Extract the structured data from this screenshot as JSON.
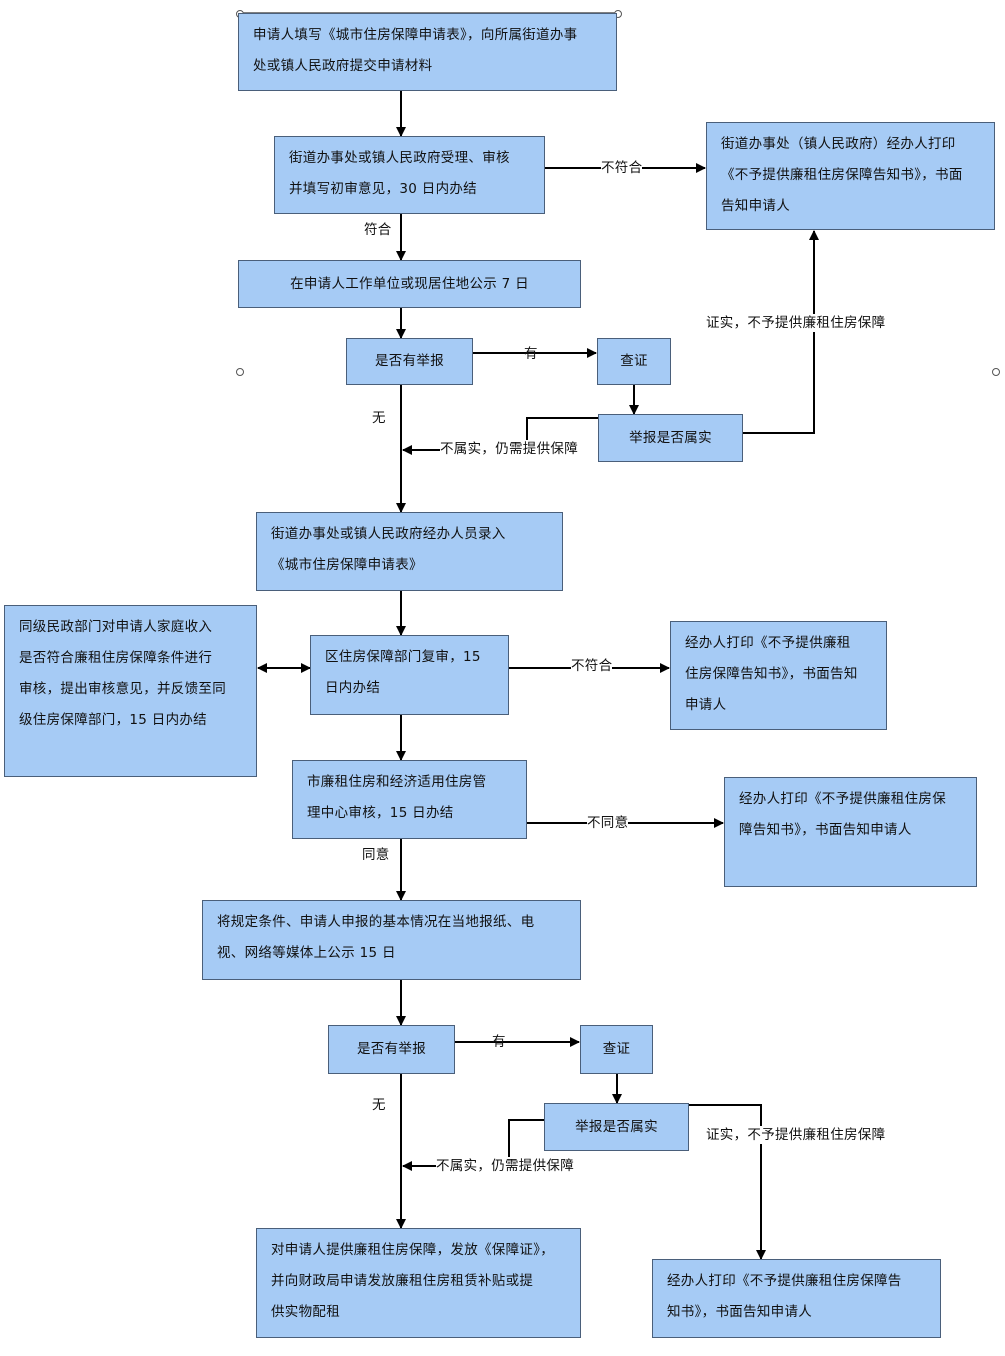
{
  "colors": {
    "box_fill": "#a6cbf5",
    "box_border": "#4a5f7a",
    "line": "#000000"
  },
  "boxes": {
    "b1": [
      "申请人填写《城市住房保障申请表》，向所属街道办事",
      "处或镇人民政府提交申请材料"
    ],
    "b2": [
      "街道办事处或镇人民政府受理、审核",
      "并填写初审意见，30 日内办结"
    ],
    "b3": [
      "街道办事处（镇人民政府）经办人打印",
      "《不予提供廉租住房保障告知书》，书面",
      "告知申请人"
    ],
    "b4": "在申请人工作单位或现居住地公示 7 日",
    "b5": "是否有举报",
    "b6": "查证",
    "b7": "举报是否属实",
    "b8": [
      "街道办事处或镇人民政府经办人员录入",
      "《城市住房保障申请表》"
    ],
    "b9": [
      "同级民政部门对申请人家庭收入",
      "是否符合廉租住房保障条件进行",
      "审核，提出审核意见，并反馈至同",
      "级住房保障部门，15 日内办结"
    ],
    "b10": [
      "区住房保障部门复审，15",
      "日内办结"
    ],
    "b11": [
      "经办人打印《不予提供廉租",
      "住房保障告知书》，书面告知",
      "申请人"
    ],
    "b12": [
      "市廉租住房和经济适用住房管",
      "理中心审核，15 日办结"
    ],
    "b13": [
      "经办人打印《不予提供廉租住房保",
      "障告知书》，书面告知申请人"
    ],
    "b14": [
      "将规定条件、申请人申报的基本情况在当地报纸、电",
      "视、网络等媒体上公示 15 日"
    ],
    "b15": "是否有举报",
    "b16": "查证",
    "b17": "举报是否属实",
    "b18": [
      "对申请人提供廉租住房保障，发放《保障证》，",
      "并向财政局申请发放廉租住房租赁补贴或提",
      "供实物配租"
    ],
    "b19": [
      "经办人打印《不予提供廉租住房保障告",
      "知书》，书面告知申请人"
    ]
  },
  "labels": {
    "l_buf1": "不符合",
    "l_fh": "符合",
    "l_you1": "有",
    "l_zs1": "证实，不予提供廉租住房保障",
    "l_wu1": "无",
    "l_bss1": "不属实，仍需提供保障",
    "l_buf2": "不符合",
    "l_bty": "不同意",
    "l_ty": "同意",
    "l_you2": "有",
    "l_wu2": "无",
    "l_zs2": "证实，不予提供廉租住房保障",
    "l_bss2": "不属实，仍需提供保障"
  }
}
